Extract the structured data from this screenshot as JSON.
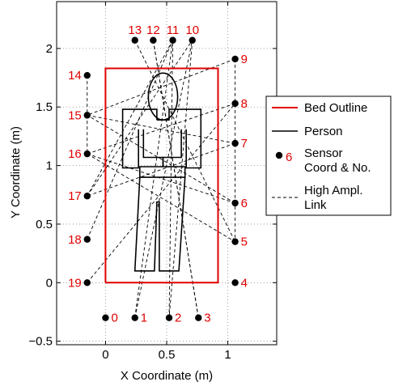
{
  "chart_data": {
    "type": "scatter",
    "title": "",
    "xlabel": "X Coordinate (m)",
    "ylabel": "Y Coordinate (m)",
    "xlim": [
      -0.4,
      1.4
    ],
    "ylim": [
      -0.53,
      2.4
    ],
    "x_ticks": [
      0,
      0.5,
      1
    ],
    "x_tick_labels": [
      "0",
      "0.5",
      "1"
    ],
    "y_ticks": [
      -0.5,
      0,
      0.5,
      1,
      1.5,
      2
    ],
    "y_tick_labels": [
      "−0.5",
      "0",
      "0.5",
      "1",
      "1.5",
      "2"
    ],
    "grid": "dotted",
    "legend_position": "right",
    "legend": [
      {
        "label": "Bed Outline",
        "style": "red-solid-line"
      },
      {
        "label": "Person",
        "style": "black-solid-line"
      },
      {
        "label": "Sensor Coord & No.",
        "lines": [
          "Sensor",
          "Coord & No."
        ],
        "number_label": "6",
        "style": "black-dot"
      },
      {
        "label": "High Ampl. Link",
        "lines": [
          "High Ampl.",
          "Link"
        ],
        "style": "black-dashed-line"
      }
    ],
    "bed_outline": [
      [
        0,
        0
      ],
      [
        0.92,
        0
      ],
      [
        0.92,
        1.83
      ],
      [
        0,
        1.83
      ],
      [
        0,
        0
      ]
    ],
    "sensors": [
      {
        "id": "0",
        "x": 0.0,
        "y": -0.3
      },
      {
        "id": "1",
        "x": 0.24,
        "y": -0.3
      },
      {
        "id": "2",
        "x": 0.52,
        "y": -0.3
      },
      {
        "id": "3",
        "x": 0.76,
        "y": -0.3
      },
      {
        "id": "4",
        "x": 1.06,
        "y": 0.0
      },
      {
        "id": "5",
        "x": 1.06,
        "y": 0.35
      },
      {
        "id": "6",
        "x": 1.06,
        "y": 0.68
      },
      {
        "id": "7",
        "x": 1.06,
        "y": 1.19
      },
      {
        "id": "8",
        "x": 1.06,
        "y": 1.53
      },
      {
        "id": "9",
        "x": 1.06,
        "y": 1.91
      },
      {
        "id": "10",
        "x": 0.71,
        "y": 2.07
      },
      {
        "id": "11",
        "x": 0.55,
        "y": 2.07
      },
      {
        "id": "12",
        "x": 0.39,
        "y": 2.07
      },
      {
        "id": "13",
        "x": 0.24,
        "y": 2.07
      },
      {
        "id": "14",
        "x": -0.15,
        "y": 1.77
      },
      {
        "id": "15",
        "x": -0.15,
        "y": 1.43
      },
      {
        "id": "16",
        "x": -0.15,
        "y": 1.1
      },
      {
        "id": "17",
        "x": -0.15,
        "y": 0.74
      },
      {
        "id": "18",
        "x": -0.15,
        "y": 0.37
      },
      {
        "id": "19",
        "x": -0.15,
        "y": 0.0
      }
    ],
    "links": [
      [
        "14",
        "16"
      ],
      [
        "15",
        "7"
      ],
      [
        "16",
        "6"
      ],
      [
        "16",
        "5"
      ],
      [
        "17",
        "10"
      ],
      [
        "18",
        "11"
      ],
      [
        "19",
        "8"
      ],
      [
        "1",
        "10"
      ],
      [
        "1",
        "11"
      ],
      [
        "2",
        "11"
      ],
      [
        "3",
        "12"
      ],
      [
        "13",
        "5"
      ],
      [
        "12",
        "3"
      ],
      [
        "10",
        "2"
      ],
      [
        "9",
        "5"
      ],
      [
        "9",
        "15"
      ],
      [
        "8",
        "16"
      ],
      [
        "7",
        "17"
      ],
      [
        "6",
        "15"
      ],
      [
        "11",
        "17"
      ]
    ],
    "person": {
      "head": {
        "cx": 0.47,
        "cy": 1.59,
        "rx": 0.12,
        "ry": 0.2
      },
      "body": [
        [
          0.42,
          1.39
        ],
        [
          0.52,
          1.39
        ],
        [
          0.52,
          1.48
        ],
        [
          0.78,
          1.48
        ],
        [
          0.78,
          0.98
        ],
        [
          0.65,
          0.98
        ],
        [
          0.65,
          0.9
        ],
        [
          0.6,
          0.1
        ],
        [
          0.44,
          0.1
        ],
        [
          0.44,
          0.69
        ],
        [
          0.42,
          0.69
        ],
        [
          0.4,
          0.1
        ],
        [
          0.24,
          0.1
        ],
        [
          0.28,
          0.9
        ],
        [
          0.28,
          0.98
        ],
        [
          0.14,
          0.98
        ],
        [
          0.14,
          1.48
        ],
        [
          0.42,
          1.48
        ],
        [
          0.42,
          1.39
        ]
      ],
      "arms": [
        [
          [
            0.27,
            1.31
          ],
          [
            0.27,
            0.99
          ],
          [
            0.47,
            0.99
          ],
          [
            0.47,
            1.07
          ],
          [
            0.31,
            1.07
          ],
          [
            0.31,
            1.31
          ]
        ],
        [
          [
            0.66,
            1.31
          ],
          [
            0.66,
            0.99
          ],
          [
            0.47,
            0.99
          ],
          [
            0.47,
            1.07
          ],
          [
            0.62,
            1.07
          ],
          [
            0.62,
            1.31
          ]
        ]
      ],
      "waist": [
        [
          0.28,
          0.9
        ],
        [
          0.65,
          0.9
        ]
      ]
    }
  }
}
